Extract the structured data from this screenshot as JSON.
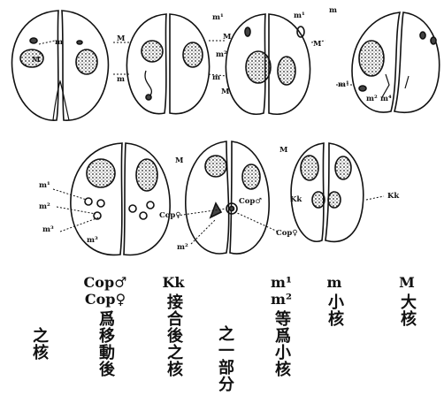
{
  "figure": {
    "labels": {
      "M": "M",
      "m": "m",
      "m1": "m¹",
      "m2": "m²",
      "m3": "m³",
      "m4": "m⁴",
      "Kk": "Kk",
      "cop_m": "Cop♂",
      "cop_f": "Cop♀"
    }
  },
  "legend": {
    "M": {
      "sym": "M",
      "text": "大核"
    },
    "m": {
      "sym": "m",
      "text": "小核"
    },
    "m12": {
      "sym1": "m¹",
      "sym2": "m²",
      "text": "等爲小核"
    },
    "part": {
      "text": "之一部分"
    },
    "kk": {
      "sym": "Kk",
      "text": "接合後之核"
    },
    "cop": {
      "sym1": "Cop♂",
      "sym2": "Cop♀",
      "text": "爲移動後"
    },
    "end": {
      "text": "之核"
    }
  }
}
